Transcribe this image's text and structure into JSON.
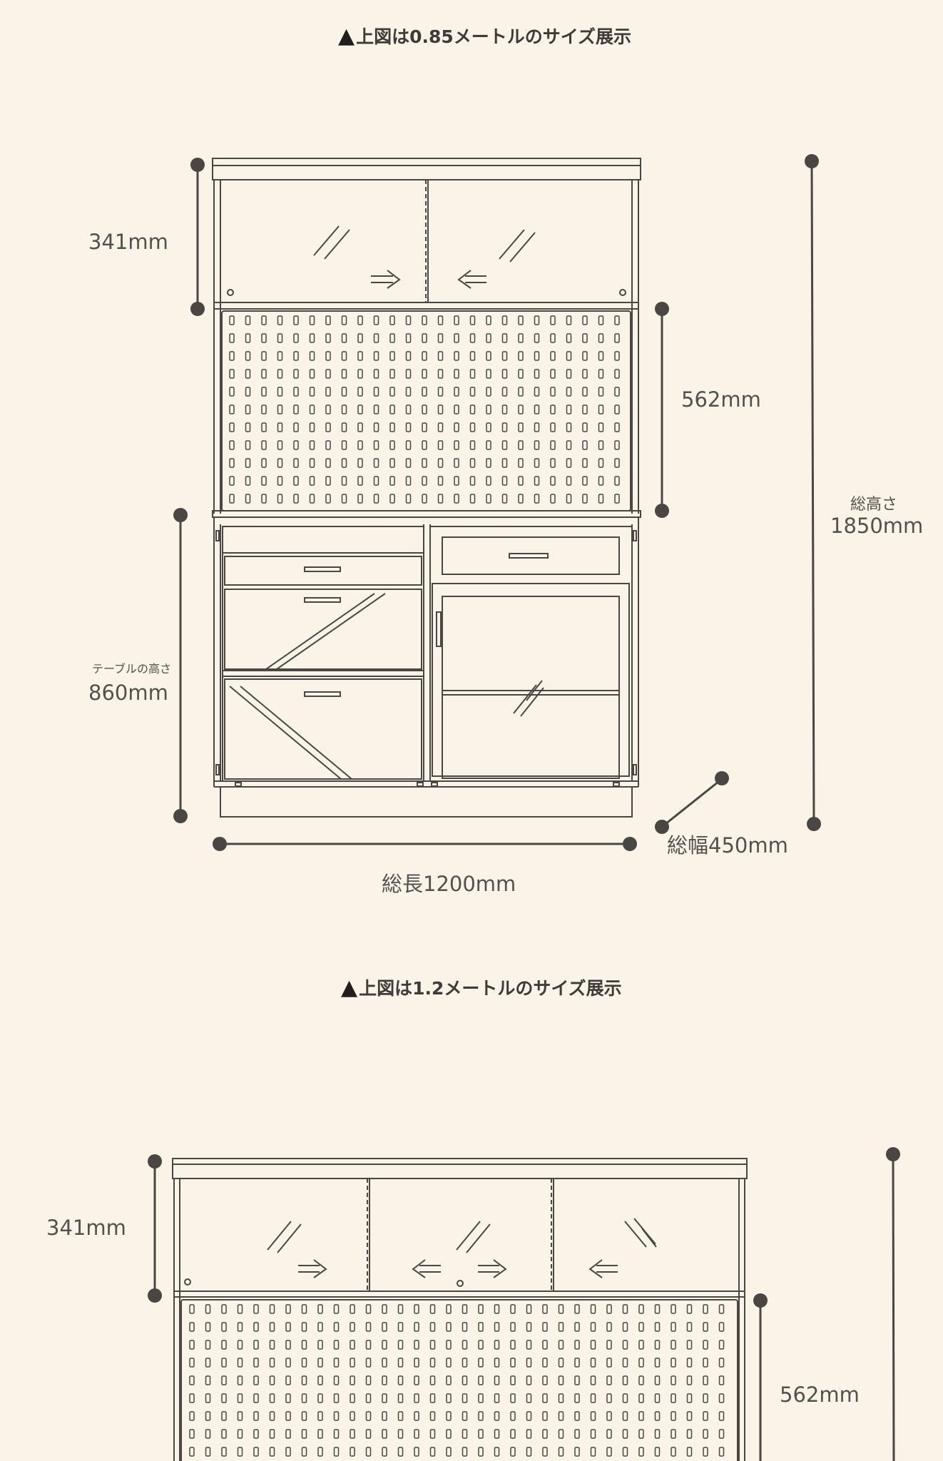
{
  "diagram1": {
    "caption_mark": "▲",
    "caption": "上図は0.85メートルのサイズ展示",
    "labels": {
      "top_height": "341mm",
      "pegboard_height": "562mm",
      "table_height_title": "テーブルの高さ",
      "table_height": "860mm",
      "total_height_title": "総高さ",
      "total_height": "1850mm",
      "total_depth": "総幅450mm",
      "total_length": "総長1200mm"
    }
  },
  "diagram2": {
    "caption_mark": "▲",
    "caption": "上図は1.2メートルのサイズ展示",
    "labels": {
      "top_height": "341mm",
      "pegboard_height": "562mm"
    }
  },
  "colors": {
    "background": "#faf3e8",
    "line": "#4a4644",
    "dot": "#4a4644"
  },
  "icons": [
    "arrow-right-icon",
    "arrow-left-icon",
    "glass-reflection-icon",
    "triangle-icon"
  ]
}
